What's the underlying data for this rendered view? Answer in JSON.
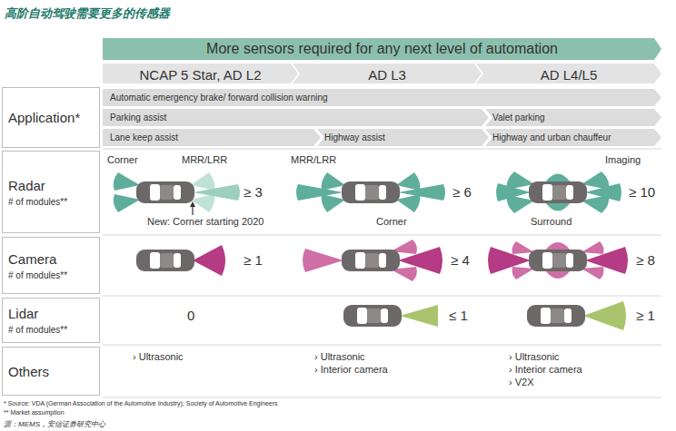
{
  "diagram": {
    "title": "高阶自动驾驶需要更多的传感器",
    "nodes": [
      {
        "text": [
          "More sensors required for any next level of automation"
        ]
      },
      {
        "text": [
          "NCAP 5 Star, AD L2"
        ]
      },
      {
        "text": [
          "AD L3"
        ]
      },
      {
        "text": [
          "AD L4/L5"
        ]
      },
      {
        "text": [
          "Application*"
        ]
      },
      {
        "text": [
          "Automatic emergency brake/ forward collision warning"
        ]
      },
      {
        "text": [
          "Parking assist"
        ]
      },
      {
        "text": [
          "Valet parking"
        ]
      },
      {
        "text": [
          "Lane keep assist"
        ]
      },
      {
        "text": [
          "Highway assist"
        ]
      },
      {
        "text": [
          "Highway and urban chauffeur"
        ]
      },
      {
        "text": [
          "Radar",
          "# of modules**"
        ]
      },
      {
        "text": [
          "Camera",
          "# of modules**"
        ]
      },
      {
        "text": [
          "Lidar",
          "# of modules**"
        ]
      },
      {
        "text": [
          "Others"
        ]
      }
    ],
    "labels": [
      "Corner",
      "MRR/LRR",
      "≥ 3",
      "New: Corner starting 2020",
      "MRR/LRR",
      "≥ 6",
      "Corner",
      "Imaging",
      "≥ 10",
      "Surround",
      "≥ 1",
      "≥ 4",
      "≥ 8",
      "0",
      "≤ 1",
      "≥ 1",
      "› Ultrasonic",
      "› Ultrasonic",
      "› Interior camera",
      "› Ultrasonic",
      "› Interior camera",
      "› V2X",
      "* Source: VDA (German Association of the Automotive Industry); Society of Automotive Engineers",
      "** Market assumption",
      "源：MEMS，安信证券研究中心"
    ]
  }
}
